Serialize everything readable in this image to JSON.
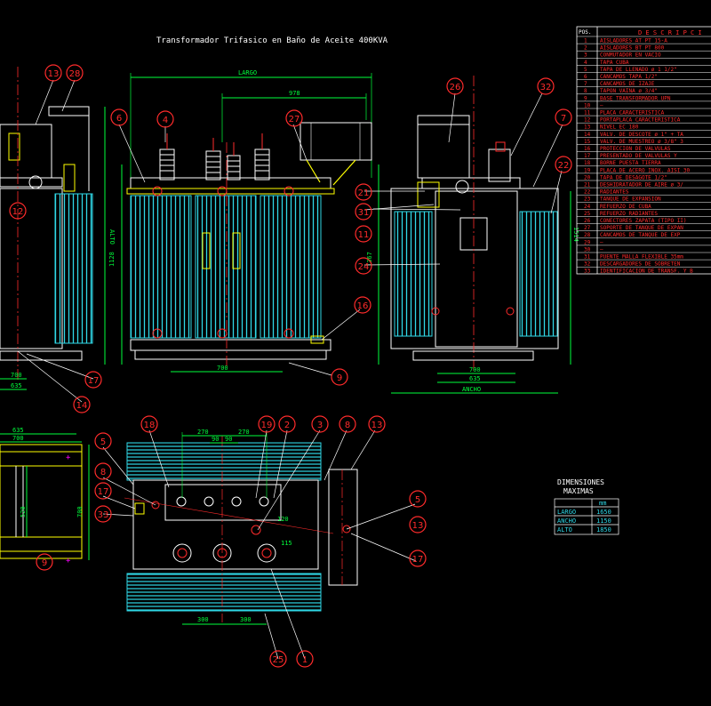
{
  "title": "Transformador Trifasico en Baño de Aceite 400KVA",
  "table": {
    "header_pos": "POS.",
    "header_desc": "D E S C R I P C I",
    "rows": [
      [
        "1",
        "AISLADORES AT PT 15-A"
      ],
      [
        "2",
        "AISLADORES BT PT 800"
      ],
      [
        "3",
        "CONMUTADOR EN VACIO"
      ],
      [
        "4",
        "TAPA CUBA"
      ],
      [
        "5",
        "TAPA DE LLENADO  ø 1 1/2\""
      ],
      [
        "6",
        "CANCAMOS TAPA  1/2\""
      ],
      [
        "7",
        "CANCAMOS DE IZAJE"
      ],
      [
        "8",
        "TAPON VAINA  ø 3/4\""
      ],
      [
        "9",
        "BASE TRANSFORMADOR  UPN"
      ],
      [
        "10",
        "—"
      ],
      [
        "11",
        "PLACA CARACTERISTICA"
      ],
      [
        "12",
        "PORTAPLACA CARACTERISTICA"
      ],
      [
        "13",
        "NIVEL EC 180"
      ],
      [
        "14",
        "VALV. DE DESCOTE  ø 1\" + TA"
      ],
      [
        "15",
        "VALV. DE MUESTREO ø 3/8\" 3"
      ],
      [
        "16",
        "PROTECCION DE VALVULAS"
      ],
      [
        "17",
        "PRESENTADO DE VALVULAS Y"
      ],
      [
        "18",
        "BORNE PUESTA TIERRA"
      ],
      [
        "19",
        "PLACA DE ACERO INOX. AISI 30"
      ],
      [
        "20",
        "TAPA DE DESAGOTE  1/2\""
      ],
      [
        "21",
        "DESHIDRATADOR DE AIRE  ø 3/"
      ],
      [
        "22",
        "RADIANTES"
      ],
      [
        "23",
        "TANQUE DE EXPANSION"
      ],
      [
        "24",
        "REFUERZO DE CUBA"
      ],
      [
        "25",
        "REFUERZO RADIANTES"
      ],
      [
        "26",
        "CONECTORES ZAPATA (TIPO II)"
      ],
      [
        "27",
        "SOPORTE DE TANQUE DE EXPAN"
      ],
      [
        "28",
        "CANCAMOS DE TANQUE DE EXP"
      ],
      [
        "29",
        "—"
      ],
      [
        "30",
        "—"
      ],
      [
        "31",
        "PUENTE MALLA FLEXIBLE 35mm"
      ],
      [
        "32",
        "DESCARGADORES DE SOBRETEN"
      ],
      [
        "33",
        "IDENTIFICACION DE TRANSF. Y B"
      ]
    ]
  },
  "dims_table": {
    "title1": "DIMENSIONES",
    "title2": "MAXIMAS",
    "unit": "mm",
    "rows": [
      [
        "LARGO",
        "1650"
      ],
      [
        "ANCHO",
        "1150"
      ],
      [
        "ALTO",
        "1850"
      ]
    ]
  },
  "dims": {
    "largo": "LARGO",
    "d978": "978",
    "d1128": "1128",
    "alto": "ALTO",
    "d700a": "700",
    "d635a": "635",
    "d700b": "700",
    "d700c": "700",
    "d635c": "635",
    "ancho": "ANCHO",
    "d1367": "1367",
    "d1514": "1514",
    "d635d": "635",
    "d700d": "700",
    "d520": "520",
    "d700e": "700",
    "d270a": "270",
    "d270b": "270",
    "d90a": "90",
    "d90b": "90",
    "d120": "120",
    "d115": "115",
    "d300a": "300",
    "d300b": "300"
  },
  "balloons": {
    "b13a": "13",
    "b28": "28",
    "b12": "12",
    "b14": "14",
    "b17a": "17",
    "b6": "6",
    "b4": "4",
    "b27": "27",
    "b16": "16",
    "b9a": "9",
    "b26": "26",
    "b32": "32",
    "b7": "7",
    "b21": "21",
    "b31": "31",
    "b22": "22",
    "b11": "11",
    "b24": "24",
    "b18": "18",
    "b19": "19",
    "b2": "2",
    "b3": "3",
    "b8a": "8",
    "b13b": "13",
    "b5a": "5",
    "b8b": "8",
    "b17b": "17",
    "b33": "33",
    "b5b": "5",
    "b13c": "13",
    "b17c": "17",
    "b25": "25",
    "b1": "1",
    "b9b": "9"
  },
  "colors": {
    "background": "#000000",
    "red": "#ff2b2b",
    "cyan": "#2fd7e6",
    "white": "#ffffff",
    "green": "#00ff3c",
    "yellow": "#ffff00",
    "magenta": "#ff00ff"
  }
}
